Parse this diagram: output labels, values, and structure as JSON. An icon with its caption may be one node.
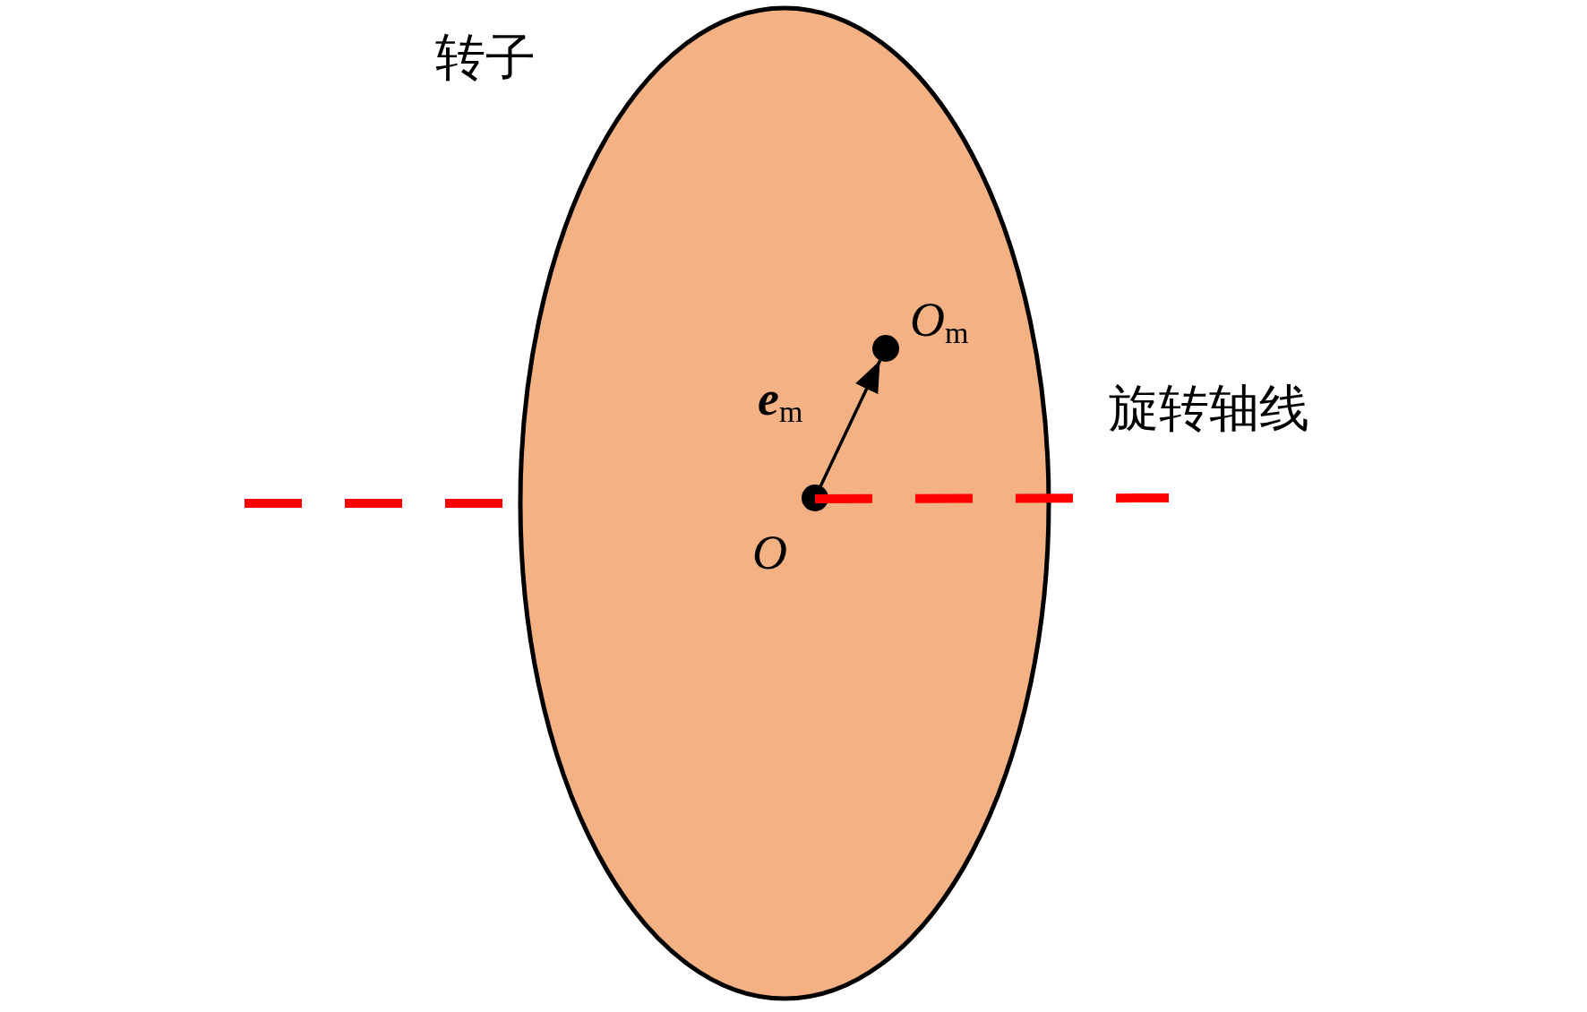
{
  "diagram": {
    "nodes": [
      {
        "text": [
          "转子"
        ]
      },
      {
        "text": [],
        "shape": "circle",
        "in": 0,
        "beside": [
          "O"
        ]
      },
      {
        "text": [],
        "shape": "circle",
        "in": 0,
        "beside": [
          "O$_{m}$"
        ]
      }
    ],
    "edges": [
      {
        "from": 1,
        "to": 2,
        "arrow": "to",
        "label": "e$_{m}$"
      }
    ],
    "labels": [
      "旋转轴线"
    ]
  }
}
